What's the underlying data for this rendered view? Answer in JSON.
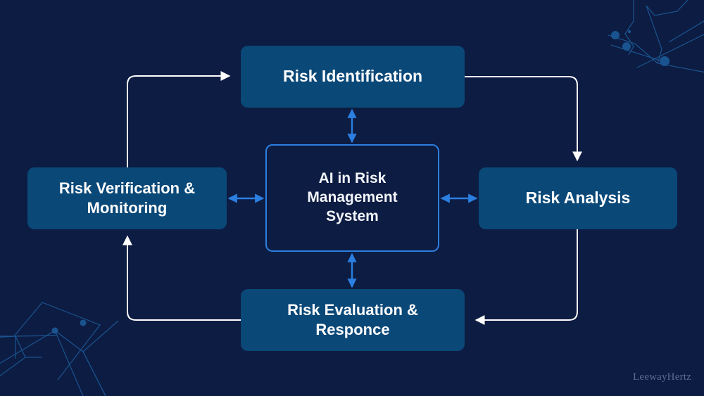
{
  "diagram": {
    "title": "AI in Risk Management System",
    "type": "cycle-diagram",
    "background_color": "#0d1c42",
    "node_fill_color": "#0a4878",
    "center_border_color": "#2b7fe0",
    "bidirectional_arrow_color": "#2b7fe0",
    "cycle_arrow_color": "#ffffff",
    "decor_color": "#1a5490",
    "center": {
      "label": "AI in Risk\nManagement\nSystem"
    },
    "nodes": [
      {
        "id": "identification",
        "label": "Risk Identification",
        "position": "top"
      },
      {
        "id": "analysis",
        "label": "Risk Analysis",
        "position": "right"
      },
      {
        "id": "evaluation",
        "label": "Risk Evaluation &\nResponce",
        "position": "bottom"
      },
      {
        "id": "verification",
        "label": "Risk Verification &\nMonitoring",
        "position": "left"
      }
    ],
    "cycle_flow": [
      {
        "from": "identification",
        "to": "analysis"
      },
      {
        "from": "analysis",
        "to": "evaluation"
      },
      {
        "from": "evaluation",
        "to": "verification"
      },
      {
        "from": "verification",
        "to": "identification"
      }
    ],
    "hub_links": [
      {
        "between": [
          "center",
          "identification"
        ],
        "style": "double-headed"
      },
      {
        "between": [
          "center",
          "analysis"
        ],
        "style": "double-headed"
      },
      {
        "between": [
          "center",
          "evaluation"
        ],
        "style": "double-headed"
      },
      {
        "between": [
          "center",
          "verification"
        ],
        "style": "double-headed"
      }
    ]
  },
  "watermark": {
    "text": "LeewayHertz"
  }
}
